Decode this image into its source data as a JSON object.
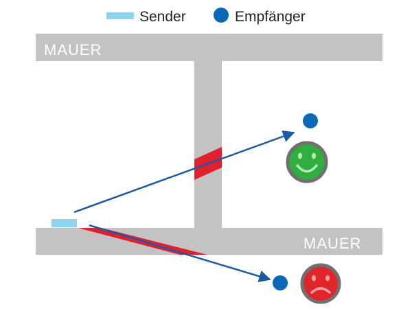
{
  "legend": {
    "sender_label": "Sender",
    "receiver_label": "Empfänger"
  },
  "walls": {
    "top_label": "MAUER",
    "bottom_label": "MAUER"
  },
  "receivers": [
    {
      "status": "good",
      "face": "smiley-happy-icon"
    },
    {
      "status": "bad",
      "face": "smiley-sad-icon"
    }
  ],
  "colors": {
    "wall": "#c3c3c3",
    "wall_text": "#ffffff",
    "sender": "#8fd4ee",
    "receiver": "#0a68b8",
    "signal_arrow": "#1a5aa6",
    "attenuation": "#e0202c",
    "face_ring": "#707070",
    "face_good": "#2dae3f",
    "face_bad": "#e0242a",
    "text": "#222222"
  }
}
